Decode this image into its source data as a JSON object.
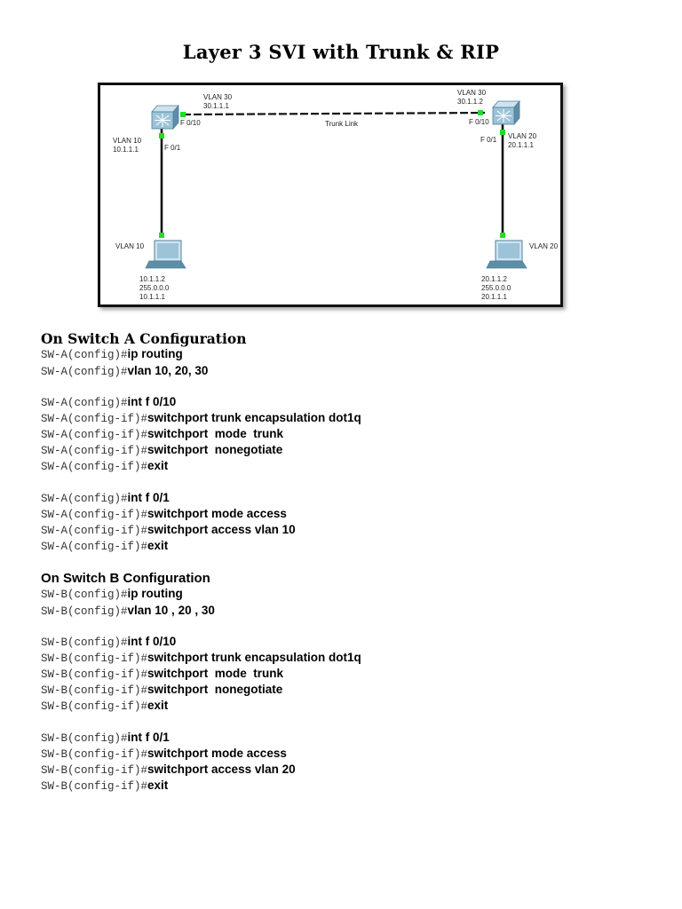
{
  "title": "Layer 3 SVI with Trunk & RIP",
  "diagram": {
    "switch_a": {
      "vlan30_label": "VLAN 30",
      "vlan30_ip": "30.1.1.1",
      "port_trunk": "F 0/10",
      "vlan10_label": "VLAN 10",
      "vlan10_ip": "10.1.1.1",
      "port_access": "F 0/1"
    },
    "switch_b": {
      "vlan30_label": "VLAN 30",
      "vlan30_ip": "30.1.1.2",
      "port_trunk": "F 0/10",
      "vlan20_label": "VLAN 20",
      "vlan20_ip": "20.1.1.1",
      "port_access": "F 0/1"
    },
    "link_label": "Trunk Link",
    "pc_a": {
      "vlan_label": "VLAN 10",
      "ip": "10.1.1.2",
      "mask": "255.0.0.0",
      "gateway": "10.1.1.1"
    },
    "pc_b": {
      "vlan_label": "VLAN 20",
      "ip": "20.1.1.2",
      "mask": "255.0.0.0",
      "gateway": "20.1.1.1"
    },
    "colors": {
      "link": "#111111",
      "port_dot": "#22dd22",
      "device": "#9cc3d8",
      "device_dark": "#4e7f99"
    }
  },
  "section_a": {
    "heading": "On Switch A Configuration",
    "lines": [
      {
        "prompt": "SW-A(config)#",
        "cmd": "ip routing"
      },
      {
        "prompt": "SW-A(config)#",
        "cmd": "vlan 10, 20, 30"
      },
      {
        "prompt": "SW-A(config)#",
        "cmd": "int f 0/10"
      },
      {
        "prompt": "SW-A(config-if)#",
        "cmd": "switchport trunk encapsulation dot1q"
      },
      {
        "prompt": "SW-A(config-if)#",
        "cmd": "switchport  mode  trunk"
      },
      {
        "prompt": "SW-A(config-if)#",
        "cmd": "switchport  nonegotiate"
      },
      {
        "prompt": "SW-A(config-if)#",
        "cmd": "exit"
      },
      {
        "prompt": "SW-A(config)#",
        "cmd": "int f 0/1"
      },
      {
        "prompt": "SW-A(config-if)#",
        "cmd": "switchport mode access"
      },
      {
        "prompt": "SW-A(config-if)#",
        "cmd": "switchport access vlan 10"
      },
      {
        "prompt": "SW-A(config-if)#",
        "cmd": "exit"
      }
    ]
  },
  "section_b": {
    "heading": "On Switch B Configuration",
    "lines": [
      {
        "prompt": "SW-B(config)#",
        "cmd": "ip routing"
      },
      {
        "prompt": "SW-B(config)#",
        "cmd": "vlan 10 , 20 , 30"
      },
      {
        "prompt": "SW-B(config)#",
        "cmd": "int f 0/10"
      },
      {
        "prompt": "SW-B(config-if)#",
        "cmd": "switchport trunk encapsulation dot1q"
      },
      {
        "prompt": "SW-B(config-if)#",
        "cmd": "switchport  mode  trunk"
      },
      {
        "prompt": "SW-B(config-if)#",
        "cmd": "switchport  nonegotiate"
      },
      {
        "prompt": "SW-B(config-if)#",
        "cmd": "exit"
      },
      {
        "prompt": "SW-B(config)#",
        "cmd": "int f 0/1"
      },
      {
        "prompt": "SW-B(config-if)#",
        "cmd": "switchport mode access"
      },
      {
        "prompt": "SW-B(config-if)#",
        "cmd": "switchport access vlan 20"
      },
      {
        "prompt": "SW-B(config-if)#",
        "cmd": "exit"
      }
    ]
  }
}
